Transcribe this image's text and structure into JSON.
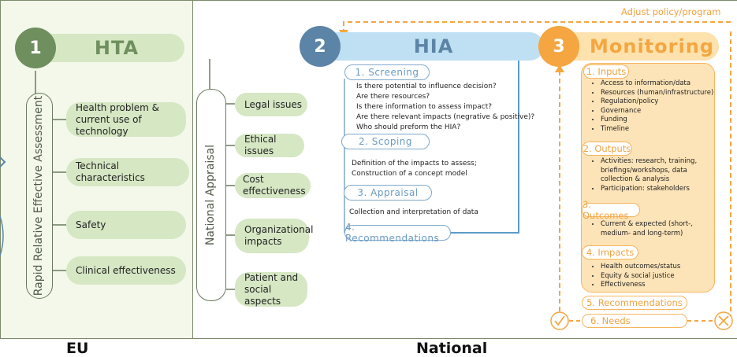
{
  "regions": {
    "eu": "EU",
    "national": "National"
  },
  "adjust_label": "Adjust policy/program",
  "hta": {
    "number": "1",
    "title": "HTA",
    "vertical_label": "Rapid Relative Effective Assessment",
    "items": [
      "Health problem &\ncurrent use of technology",
      "Technical characteristics",
      "Safety",
      "Clinical effectiveness"
    ]
  },
  "national": {
    "vertical_label": "National Appraisal",
    "items": [
      "Legal issues",
      "Ethical issues",
      "Cost effectiveness",
      "Organizational\nimpacts",
      "Patient and\nsocial  aspects"
    ]
  },
  "hia": {
    "number": "2",
    "title": "HIA",
    "steps": [
      {
        "label": "1.  Screening",
        "text": "Is there potential to influence decision?\nAre there resources?\nIs there information to assess impact?\nAre there relevant impacts (negrative & positive)?\nWho should preform the HIA?"
      },
      {
        "label": "2.  Scoping",
        "text": "Definition of the impacts to assess;\nConstruction of a concept model"
      },
      {
        "label": "3.  Appraisal",
        "text": "Collection and interpretation of data"
      },
      {
        "label": "4.  Recommendations",
        "text": ""
      }
    ]
  },
  "monitoring": {
    "number": "3",
    "title": "Monitoring",
    "sections": [
      {
        "label": "1. Inputs",
        "items": [
          "Access to information/data",
          "Resources (human/infrastructure)",
          "Regulation/policy",
          "Governance",
          "Funding",
          "Timeline"
        ]
      },
      {
        "label": "2.  Outputs",
        "items": [
          "Activities: research, training, briefings/workshops, data collection & analysis",
          "Participation: stakeholders"
        ]
      },
      {
        "label": "3.  Outcomes",
        "items": [
          "Current & expected (short-, medium- and long-term)"
        ]
      },
      {
        "label": "4.  Impacts",
        "items": [
          "Health outcomes/status",
          "Equity & social justice",
          "Effectiveness"
        ]
      }
    ],
    "recommendations_label": "5. Recommendations",
    "needs_label": "6. Needs"
  },
  "colors": {
    "hta": "#6f8f5e",
    "hta_band": "#d6e7c4",
    "hia": "#5b84a6",
    "hia_band": "#bfe0f2",
    "mon": "#f5a640",
    "mon_band": "#fde2ad"
  }
}
